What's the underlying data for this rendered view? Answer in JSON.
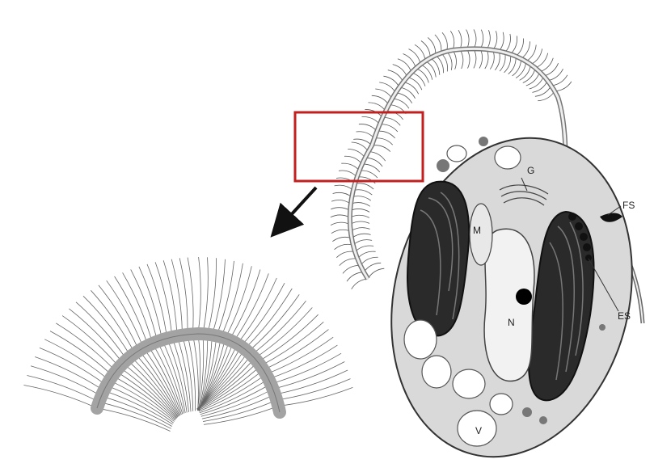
{
  "figure": {
    "labels": {
      "golgi": "G",
      "mitochondrion": "M",
      "nucleus": "N",
      "vacuole": "V",
      "flagellar_swelling": "FS",
      "eyespot": "ES"
    },
    "colors": {
      "highlight_box": "#c21f1f",
      "arrow": "#111111",
      "chloroplast": "#2a2a2a",
      "cell_fill": "#d9d9d9",
      "outline": "#333333"
    }
  }
}
